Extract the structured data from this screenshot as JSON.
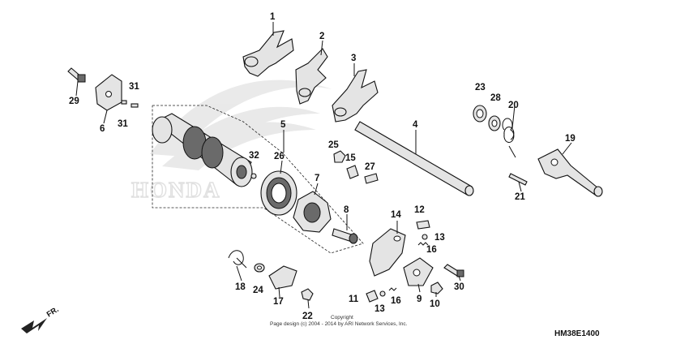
{
  "callouts": [
    {
      "id": "1",
      "label": "1"
    },
    {
      "id": "2",
      "label": "2"
    },
    {
      "id": "3",
      "label": "3"
    },
    {
      "id": "4",
      "label": "4"
    },
    {
      "id": "5",
      "label": "5"
    },
    {
      "id": "6",
      "label": "6"
    },
    {
      "id": "7",
      "label": "7"
    },
    {
      "id": "8",
      "label": "8"
    },
    {
      "id": "9",
      "label": "9"
    },
    {
      "id": "10",
      "label": "10"
    },
    {
      "id": "11",
      "label": "11"
    },
    {
      "id": "12",
      "label": "12"
    },
    {
      "id": "13a",
      "label": "13"
    },
    {
      "id": "13b",
      "label": "13"
    },
    {
      "id": "14",
      "label": "14"
    },
    {
      "id": "15",
      "label": "15"
    },
    {
      "id": "16a",
      "label": "16"
    },
    {
      "id": "16b",
      "label": "16"
    },
    {
      "id": "17",
      "label": "17"
    },
    {
      "id": "18",
      "label": "18"
    },
    {
      "id": "19",
      "label": "19"
    },
    {
      "id": "20",
      "label": "20"
    },
    {
      "id": "21",
      "label": "21"
    },
    {
      "id": "22",
      "label": "22"
    },
    {
      "id": "23",
      "label": "23"
    },
    {
      "id": "24",
      "label": "24"
    },
    {
      "id": "25",
      "label": "25"
    },
    {
      "id": "26",
      "label": "26"
    },
    {
      "id": "27",
      "label": "27"
    },
    {
      "id": "28",
      "label": "28"
    },
    {
      "id": "29",
      "label": "29"
    },
    {
      "id": "30",
      "label": "30"
    },
    {
      "id": "31a",
      "label": "31"
    },
    {
      "id": "31b",
      "label": "31"
    },
    {
      "id": "32",
      "label": "32"
    }
  ],
  "watermark": {
    "text": "HONDA"
  },
  "copyright": {
    "line1": "Copyright",
    "line2": "Page design (c) 2004 - 2014 by ARI Network Services, Inc."
  },
  "diagram_code": "HM38E1400",
  "direction_label": "FR.",
  "icons": [
    "front-direction-arrow-icon"
  ]
}
